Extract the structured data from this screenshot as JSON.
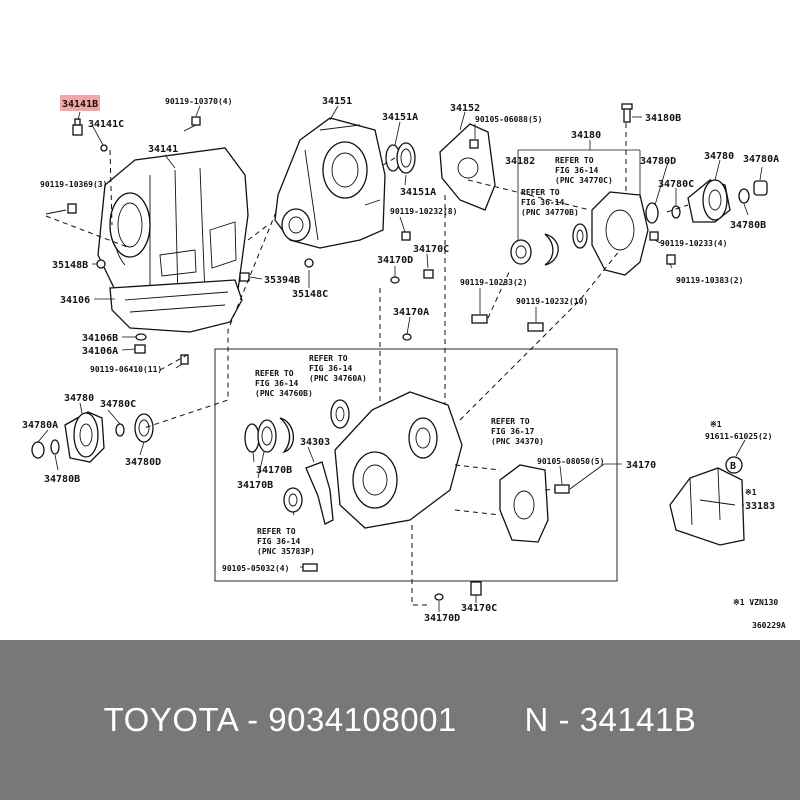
{
  "diagram": {
    "labels": {
      "l34141B": "34141B",
      "l34141C": "34141C",
      "l34141": "34141",
      "l90119_10369": "90119-10369(3)",
      "l90119_10370": "90119-10370(4)",
      "l35148B": "35148B",
      "l34106": "34106",
      "l35394B": "35394B",
      "l35148C": "35148C",
      "l34106B": "34106B",
      "l34106A": "34106A",
      "l90119_06410": "90119-06410(11)",
      "l34151": "34151",
      "l34151A_top": "34151A",
      "l34151A_bot": "34151A",
      "l90119_10232_8": "90119-10232(8)",
      "l34170C_top": "34170C",
      "l34170D_top": "34170D",
      "l34152": "34152",
      "l90105_06088": "90105-06088(5)",
      "l34180B": "34180B",
      "l34180": "34180",
      "l34182": "34182",
      "l34780D_right": "34780D",
      "l34780_right": "34780",
      "l34780A_right": "34780A",
      "l34780C_right": "34780C",
      "l34780B_right": "34780B",
      "l90119_10233_4": "90119-10233(4)",
      "l90119_10383": "90119-10383(2)",
      "l90119_10233_2": "90119-10233(2)",
      "l90119_10232_10": "90119-10232(10)",
      "l34170A": "34170A",
      "l34780_left": "34780",
      "l34780A_left": "34780A",
      "l34780C_left": "34780C",
      "l34780B_left": "34780B",
      "l34780D_left": "34780D",
      "l34170B_a": "34170B",
      "l34170B_b": "34170B",
      "l34303": "34303",
      "l90105_08050": "90105-08050(5)",
      "l34170": "34170",
      "l90105_05032": "90105-05032(4)",
      "l34170D_bot": "34170D",
      "l34170C_bot": "34170C",
      "l91611_61025": "91611-61025(2)",
      "l33183": "33183",
      "mark1_a": "※1",
      "mark1_b": "※1",
      "circleB": "B",
      "note_vzn": "※1 VZN130",
      "code": "360229A"
    },
    "refs": {
      "r1": [
        "REFER TO",
        "FIG 36-14",
        "(PNC 34770C)"
      ],
      "r2": [
        "REFER TO",
        "FIG 36-14",
        "(PNC 34770B)"
      ],
      "r3": [
        "REFER TO",
        "FIG 36-14",
        "(PNC 34760A)"
      ],
      "r4": [
        "REFER TO",
        "FIG 36-14",
        "(PNC 34760B)"
      ],
      "r5": [
        "REFER TO",
        "FIG 36-17",
        "(PNC 34370)"
      ],
      "r6": [
        "REFER TO",
        "FIG 36-14",
        "(PNC 35783P)"
      ]
    },
    "highlight_color": "#f4a6a6"
  },
  "footer": {
    "text": "TOYOTA - 9034108001       N - 34141B",
    "background": "#787878",
    "color": "#ffffff"
  }
}
